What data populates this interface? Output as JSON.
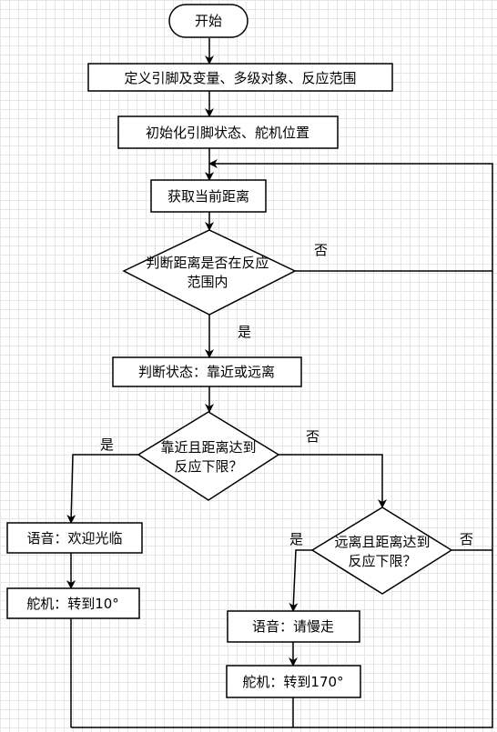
{
  "diagram": {
    "nodes": {
      "start": "开始",
      "define": "定义引脚及变量、多级对象、反应范围",
      "init": "初始化引脚状态、舵机位置",
      "get_distance": "获取当前距离",
      "check_range": [
        "判断距离是否在反应",
        "范围内"
      ],
      "judge_state": "判断状态：靠近或远离",
      "approach_limit": [
        "靠近且距离达到",
        "反应下限？"
      ],
      "away_limit": [
        "远离且距离达到",
        "反应下限？"
      ],
      "voice_welcome": "语音：欢迎光临",
      "servo_10": "舵机：转到10°",
      "voice_slow": "语音：请慢走",
      "servo_170": "舵机：转到170°"
    },
    "labels": {
      "range_no": "否",
      "range_yes": "是",
      "approach_yes": "是",
      "approach_no": "否",
      "away_yes": "是",
      "away_no": "否"
    },
    "colors": {
      "stroke": "#000000",
      "fill": "#ffffff"
    }
  }
}
